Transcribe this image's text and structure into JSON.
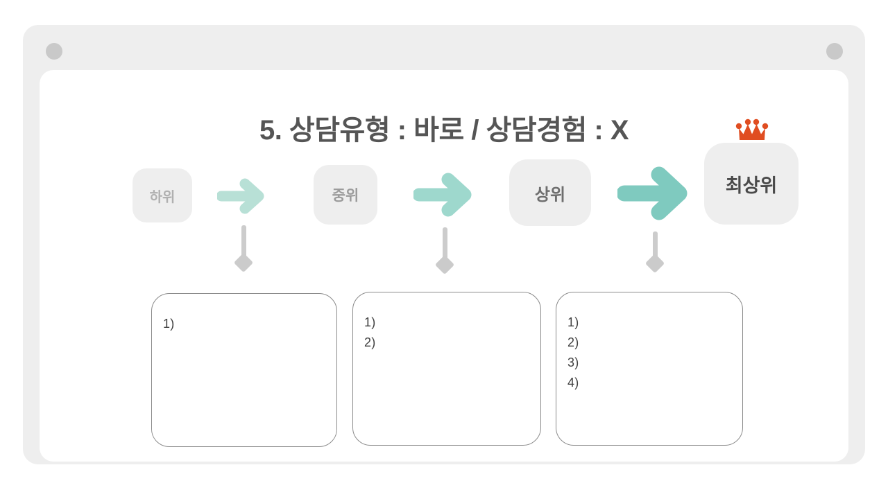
{
  "window": {
    "left_control_icon": "circle-button",
    "right_control_icon": "circle-button"
  },
  "slide": {
    "title": "5. 상담유형 : 바로 / 상담경험 : X"
  },
  "funnel": {
    "steps": [
      {
        "label": "하위",
        "crown": false
      },
      {
        "label": "중위",
        "crown": false
      },
      {
        "label": "상위",
        "crown": false
      },
      {
        "label": "최상위",
        "crown": true
      }
    ],
    "arrows": [
      {
        "name": "arrow-right-small",
        "color": "#b8e0d6"
      },
      {
        "name": "arrow-right-medium",
        "color": "#9ed8cd"
      },
      {
        "name": "arrow-right-large",
        "color": "#7fcabf"
      }
    ],
    "crown_icon": {
      "name": "crown-icon",
      "color": "#e04d21"
    },
    "connectors": [
      {
        "name": "connector-down-diamond",
        "color": "#cccccc"
      },
      {
        "name": "connector-down-diamond",
        "color": "#cccccc"
      },
      {
        "name": "connector-down-diamond",
        "color": "#cccccc"
      }
    ]
  },
  "notes": [
    {
      "lines": [
        "1)"
      ]
    },
    {
      "lines": [
        "1)",
        "2)"
      ]
    },
    {
      "lines": [
        "1)",
        "2)",
        "3)",
        "4)"
      ]
    }
  ],
  "colors": {
    "page_background": "#ffffff",
    "window_frame": "#eeeeee",
    "canvas": "#ffffff",
    "box_fill": "#eeeeee",
    "title_text": "#555555",
    "note_border": "#8a8a8a",
    "note_text": "#3f3f3f"
  }
}
